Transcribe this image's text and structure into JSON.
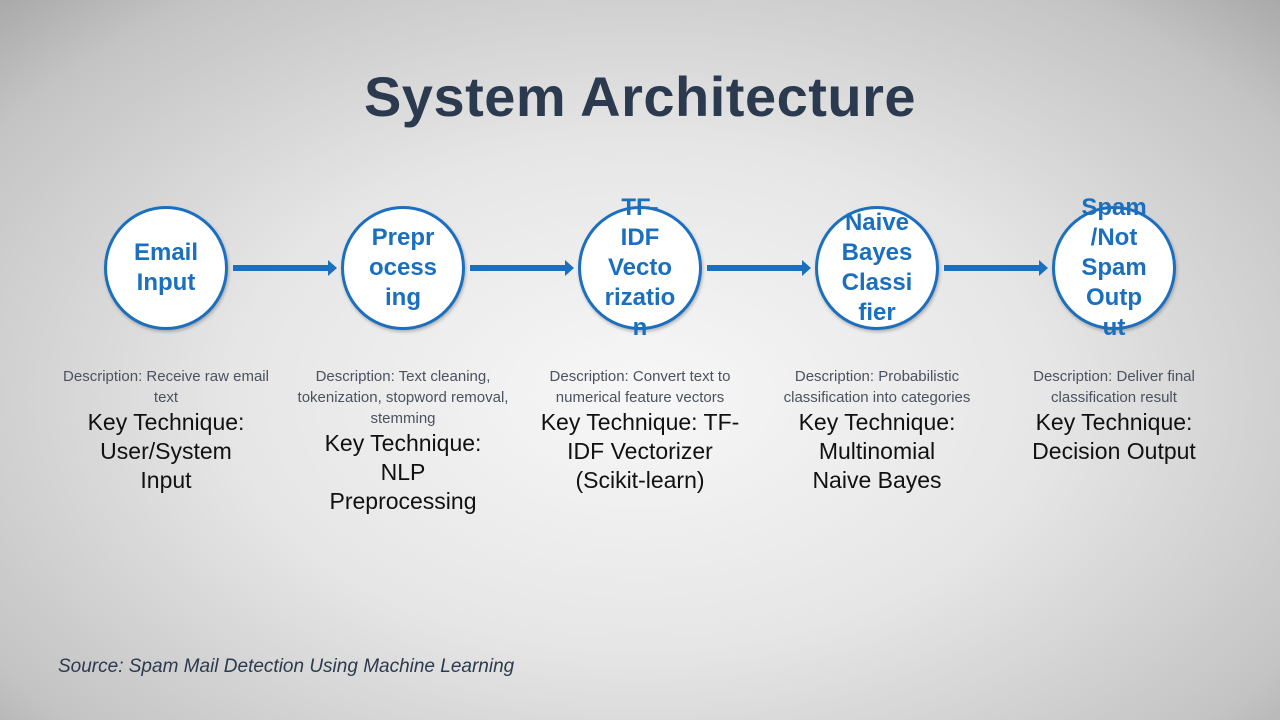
{
  "title": "System Architecture",
  "steps": [
    {
      "label_lines": [
        "Email",
        "Input"
      ],
      "description": "Description: Receive raw email text",
      "technique": "Key Technique: User/System Input"
    },
    {
      "label_lines": [
        "Prepr",
        "ocess",
        "ing"
      ],
      "description": "Description: Text cleaning, tokenization, stopword removal, stemming",
      "technique": "Key Technique: NLP Preprocessing"
    },
    {
      "label_lines": [
        "TF-",
        "IDF",
        "Vecto",
        "rizatio",
        "n"
      ],
      "description": "Description: Convert text to numerical feature vectors",
      "technique": "Key Technique: TF-IDF Vectorizer (Scikit-learn)"
    },
    {
      "label_lines": [
        "Naive",
        "Bayes",
        "Classi",
        "fier"
      ],
      "description": "Description: Probabilistic classification into categories",
      "technique": "Key Technique: Multinomial Naive Bayes"
    },
    {
      "label_lines": [
        "Spam",
        "/Not",
        "Spam",
        "Outp",
        "ut"
      ],
      "description": "Description: Deliver final classification result",
      "technique": "Key Technique: Decision Output"
    }
  ],
  "source": "Source: Spam Mail Detection Using Machine Learning",
  "colors": {
    "accent": "#1a6fbf",
    "title": "#2b3a4e"
  }
}
